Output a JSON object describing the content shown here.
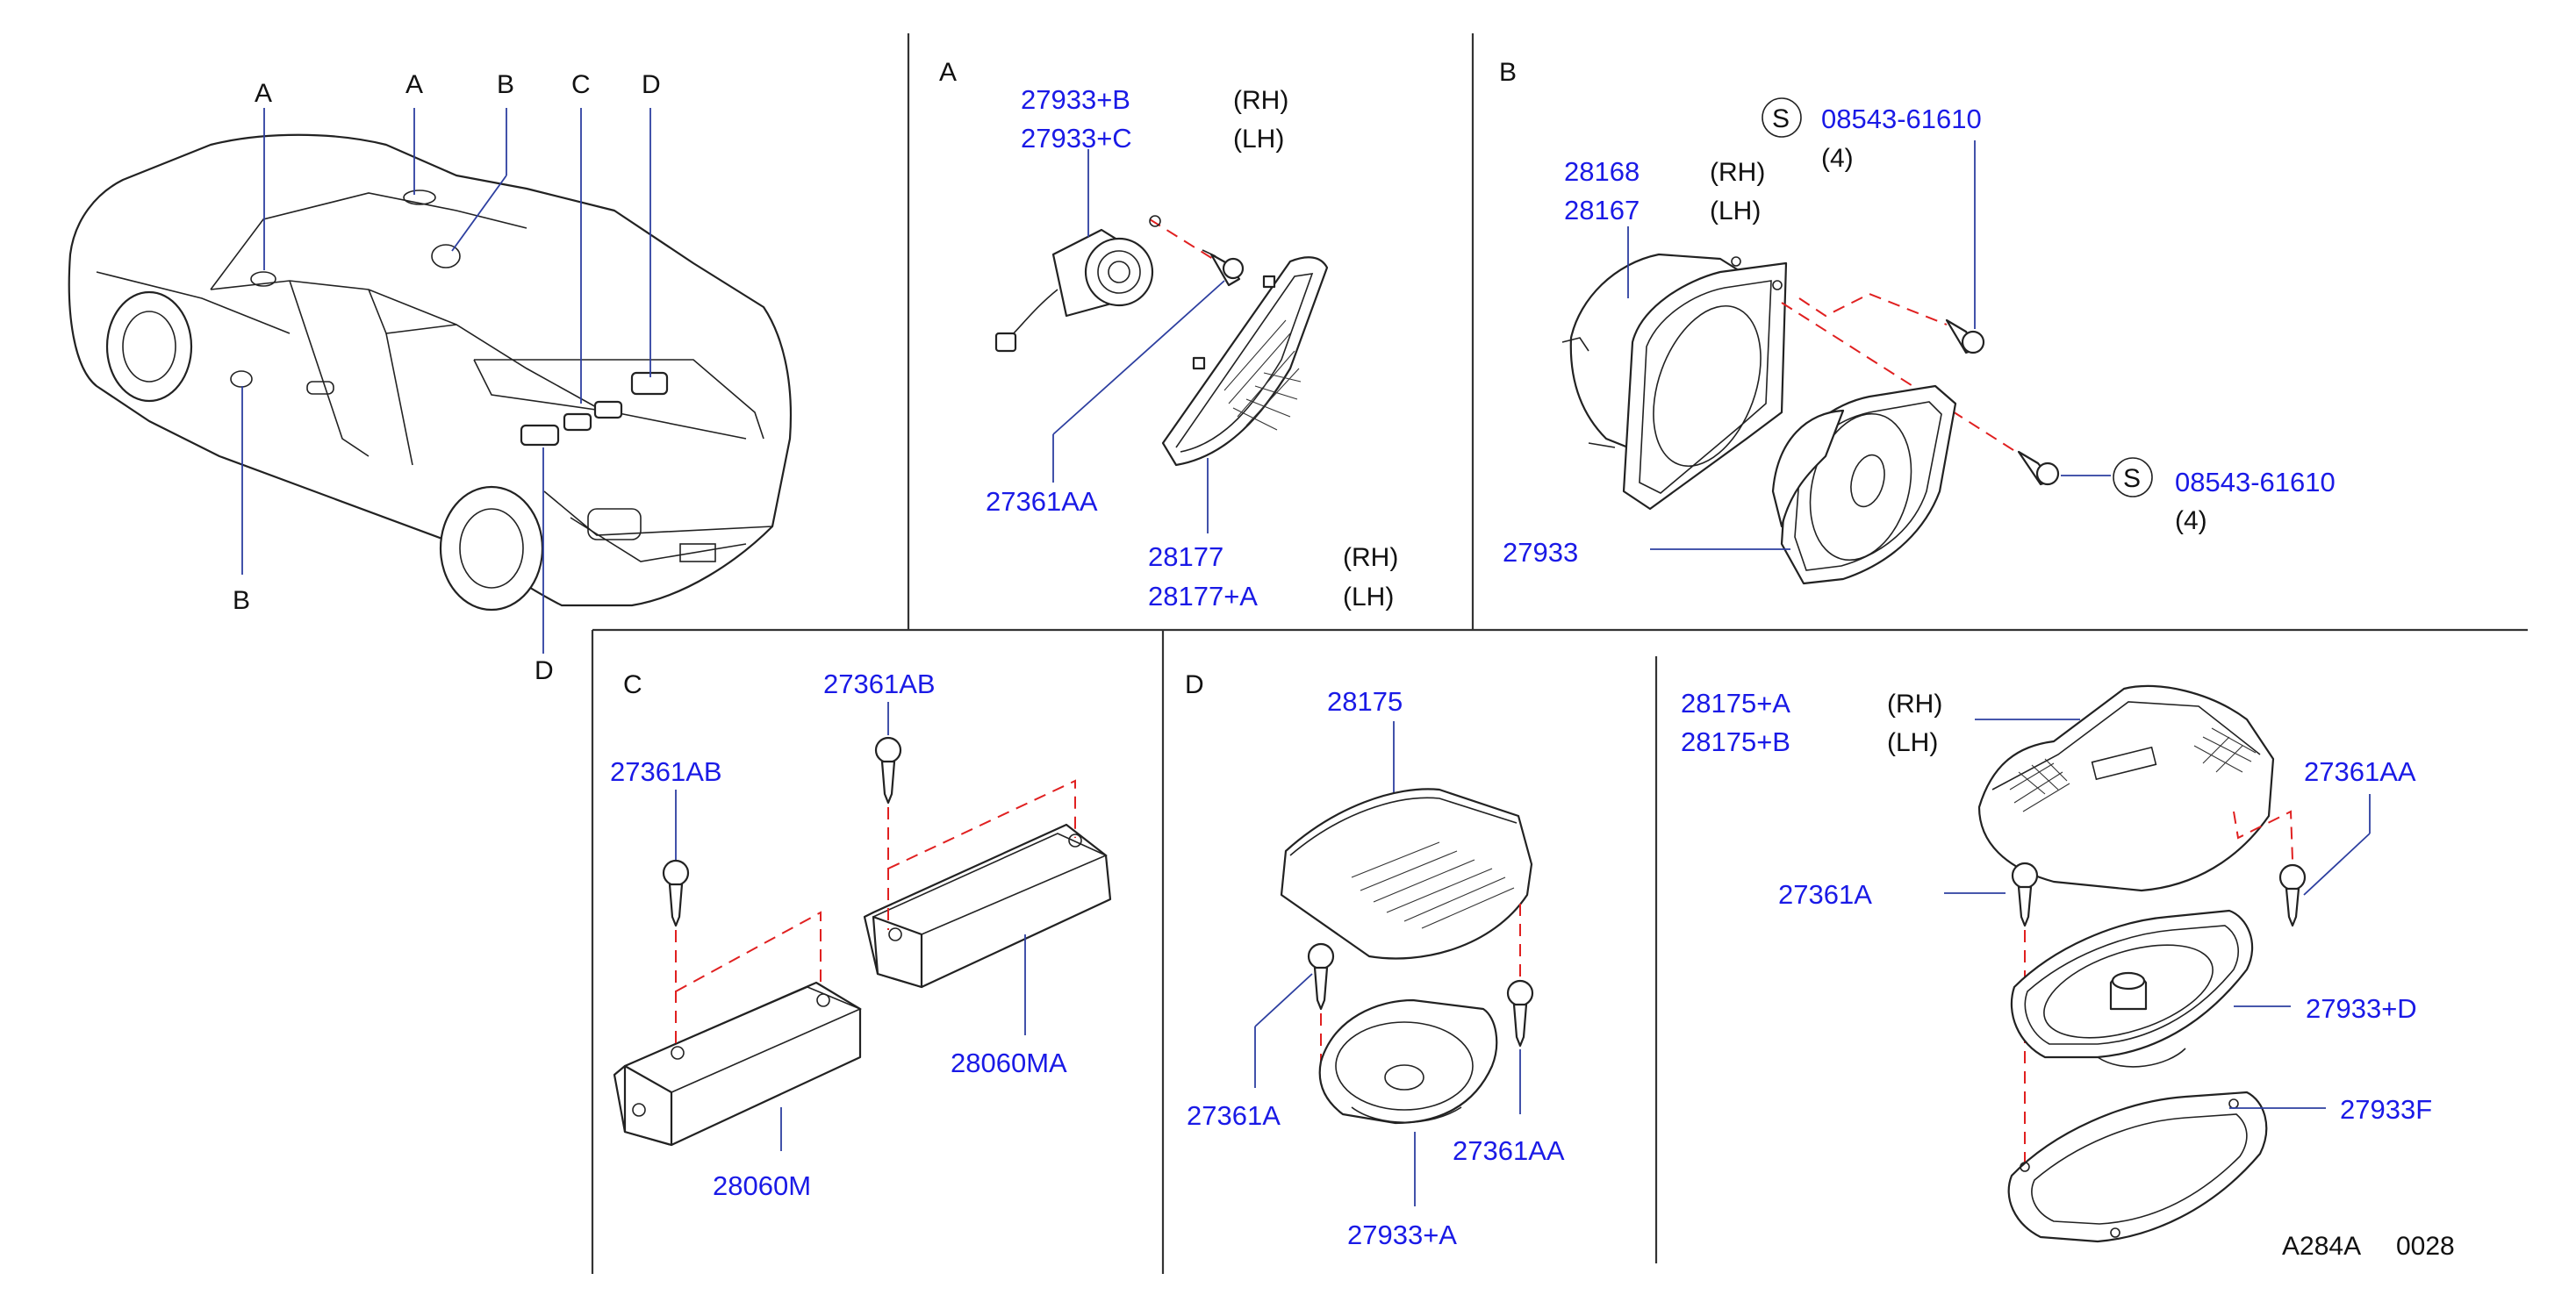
{
  "overview": {
    "callouts": [
      "A",
      "A",
      "B",
      "C",
      "D",
      "B",
      "D"
    ]
  },
  "panel_a": {
    "letter": "A",
    "parts": [
      {
        "no": "27933+B",
        "side": "(RH)"
      },
      {
        "no": "27933+C",
        "side": "(LH)"
      },
      {
        "no": "27361AA"
      },
      {
        "no": "28177",
        "side": "(RH)"
      },
      {
        "no": "28177+A",
        "side": "(LH)"
      }
    ]
  },
  "panel_b": {
    "letter": "B",
    "s_mark": "S",
    "screw_top": {
      "no": "08543-61610",
      "qty": "(4)"
    },
    "bracket_rh": {
      "no": "28168",
      "side": "(RH)"
    },
    "bracket_lh": {
      "no": "28167",
      "side": "(LH)"
    },
    "screw_right": {
      "no": "08543-61610",
      "qty": "(4)"
    },
    "speaker": {
      "no": "27933"
    }
  },
  "panel_c": {
    "letter": "C",
    "screw_left": "27361AB",
    "screw_right": "27361AB",
    "amp_right": "28060MA",
    "amp_left": "28060M"
  },
  "panel_d": {
    "letter": "D",
    "cover": "28175",
    "screw_left": "27361A",
    "screw_right": "27361AA",
    "speaker": "27933+A"
  },
  "panel_e": {
    "cover_rh": {
      "no": "28175+A",
      "side": "(RH)"
    },
    "cover_lh": {
      "no": "28175+B",
      "side": "(LH)"
    },
    "screw_right": "27361AA",
    "screw_left": "27361A",
    "speaker": "27933+D",
    "gasket": "27933F"
  },
  "footer": {
    "code": "A284A",
    "number": "0028"
  }
}
